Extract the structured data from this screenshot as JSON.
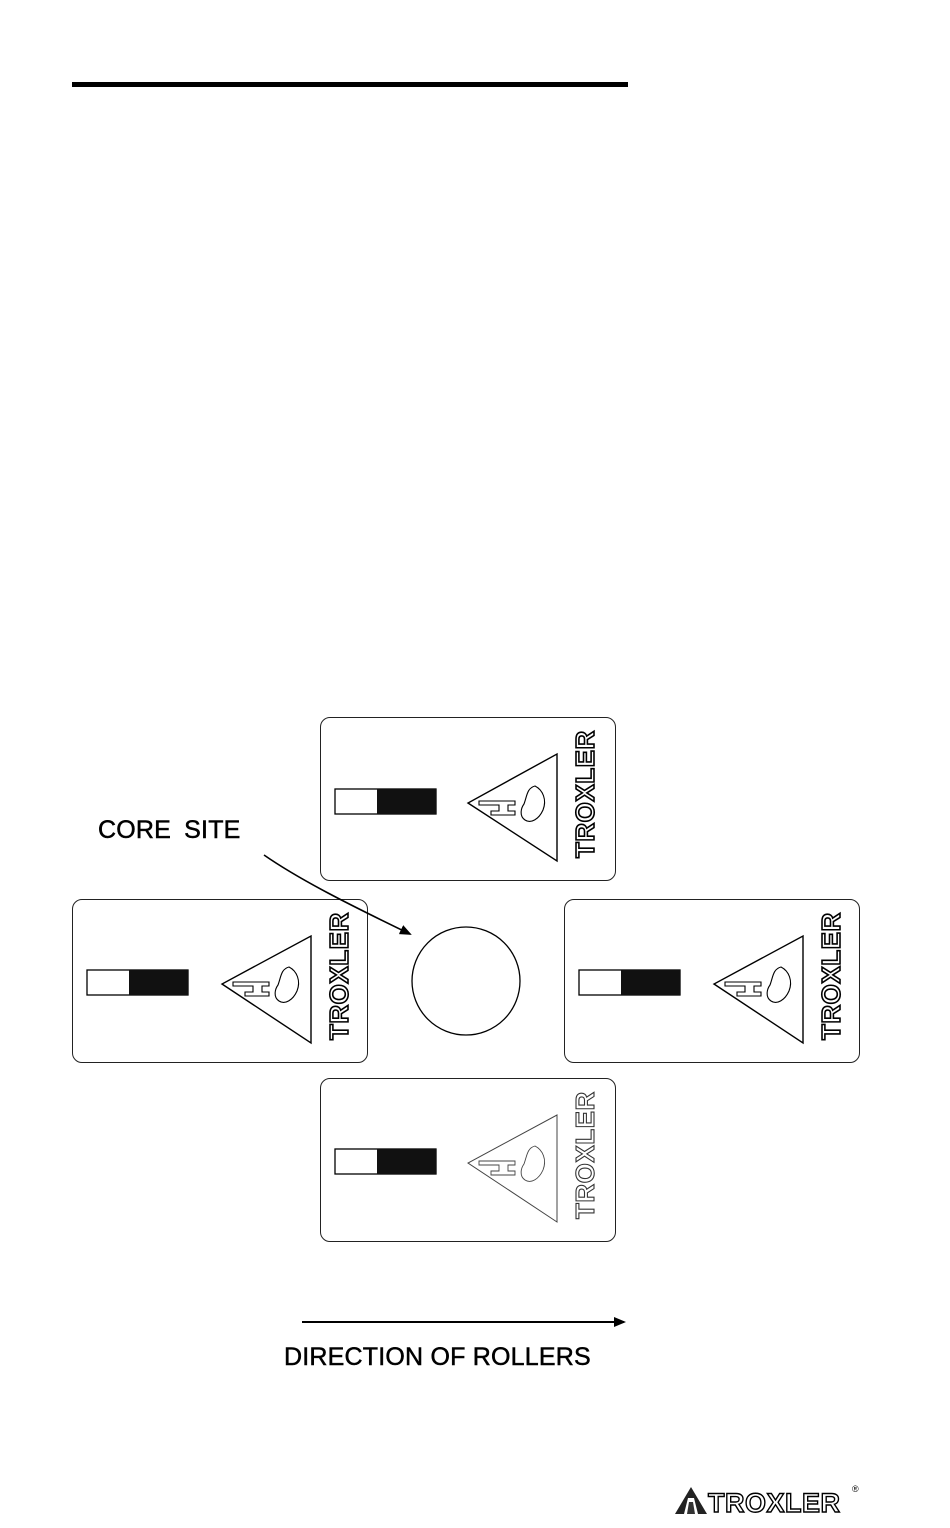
{
  "diagram": {
    "core_site_label": "CORE  SITE",
    "direction_label": "DIRECTION OF ROLLERS",
    "gauge_logo_text": "TROXLER",
    "gauges": [
      {
        "position": "top",
        "shading": "normal"
      },
      {
        "position": "left",
        "shading": "normal"
      },
      {
        "position": "right",
        "shading": "normal"
      },
      {
        "position": "bottom",
        "shading": "faded"
      }
    ]
  },
  "footer": {
    "brand": "TROXLER",
    "registered_mark": "®"
  },
  "colors": {
    "ink": "#000000",
    "paper": "#ffffff"
  }
}
